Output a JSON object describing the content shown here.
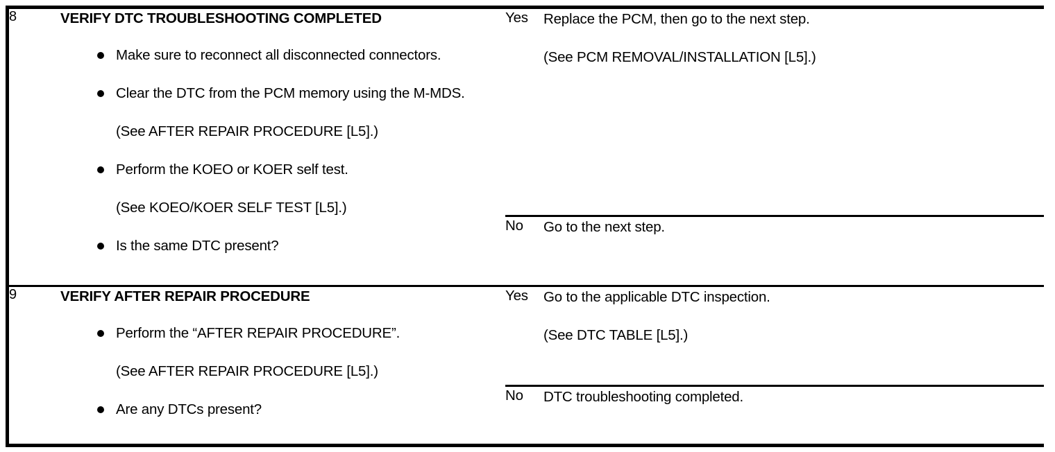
{
  "document": {
    "type": "diagnostic-troubleshooting-table",
    "column_headers_visible": false
  },
  "colors": {
    "page_background": "#ffffff",
    "text": "#000000",
    "border": "#000000"
  },
  "steps": [
    {
      "number": "8",
      "title": "VERIFY DTC TROUBLESHOOTING COMPLETED",
      "items": [
        {
          "kind": "bullet",
          "text": "Make sure to reconnect all disconnected connectors."
        },
        {
          "kind": "bullet",
          "text": "Clear the DTC from the PCM memory using the M-MDS."
        },
        {
          "kind": "note",
          "text": "(See AFTER REPAIR PROCEDURE [L5].)"
        },
        {
          "kind": "bullet",
          "text": "Perform the KOEO or KOER self test."
        },
        {
          "kind": "note",
          "text": "(See KOEO/KOER SELF TEST [L5].)"
        },
        {
          "kind": "bullet",
          "text": "Is the same DTC present?"
        }
      ],
      "results": {
        "yes": {
          "label": "Yes",
          "lines": [
            "Replace the PCM, then go to the next step.",
            "(See PCM REMOVAL/INSTALLATION [L5].)"
          ]
        },
        "no": {
          "label": "No",
          "lines": [
            "Go to the next step."
          ]
        }
      }
    },
    {
      "number": "9",
      "title": "VERIFY AFTER REPAIR PROCEDURE",
      "items": [
        {
          "kind": "bullet",
          "text": "Perform the “AFTER REPAIR PROCEDURE”."
        },
        {
          "kind": "note",
          "text": "(See AFTER REPAIR PROCEDURE [L5].)"
        },
        {
          "kind": "bullet",
          "text": "Are any DTCs present?"
        }
      ],
      "results": {
        "yes": {
          "label": "Yes",
          "lines": [
            "Go to the applicable DTC inspection.",
            "(See DTC TABLE [L5].)"
          ]
        },
        "no": {
          "label": "No",
          "lines": [
            "DTC troubleshooting completed."
          ]
        }
      }
    }
  ]
}
